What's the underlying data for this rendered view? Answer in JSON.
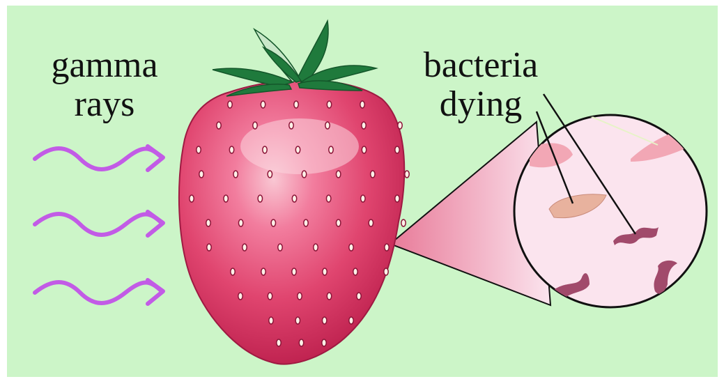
{
  "labels": {
    "gamma_line1": "gamma",
    "gamma_line2": "rays",
    "bacteria_line1": "bacteria",
    "bacteria_line2": "dying"
  },
  "colors": {
    "background": "#ccf5c8",
    "ray": "#c25be6",
    "strawberry_light": "#f27d9e",
    "strawberry_mid": "#e0456f",
    "strawberry_dark": "#c4244f",
    "leaves": "#1f7a3c",
    "magnified_circle": "#fbe4ee",
    "bacteria_pale": "#f2a7b5",
    "bacteria_tan": "#e8b29e",
    "bacteria_dark": "#a14a6b"
  },
  "icons": [
    "gamma-ray-arrow-icon",
    "strawberry-icon",
    "magnifier-circle-icon",
    "bacteria-icon"
  ]
}
